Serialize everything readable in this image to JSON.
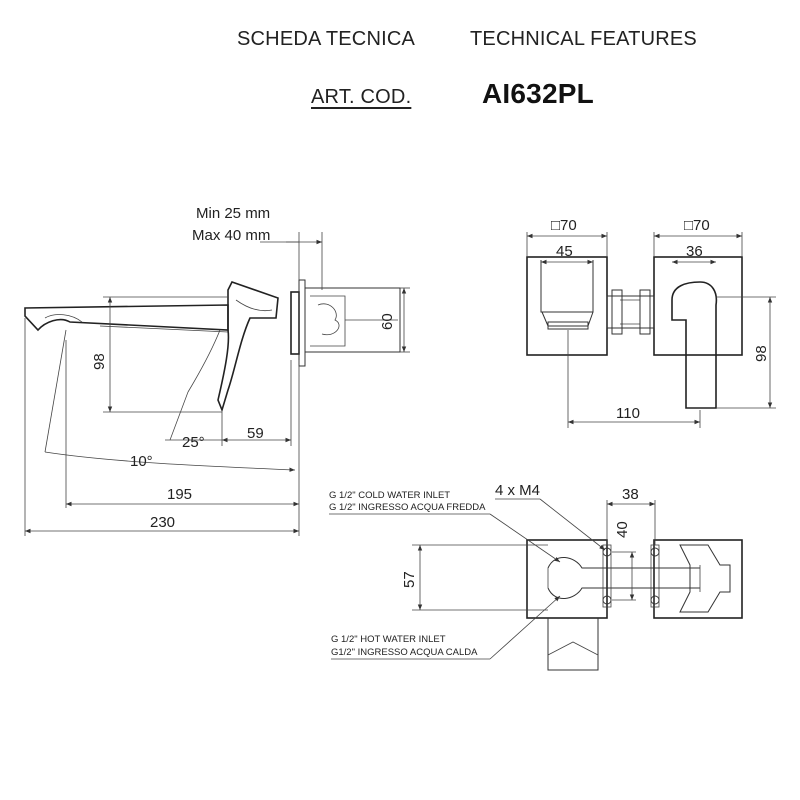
{
  "header": {
    "title_it": "SCHEDA TECNICA",
    "title_en": "TECHNICAL FEATURES",
    "art_label": "ART. COD.",
    "art_code": "AI632PL"
  },
  "side_view": {
    "wall_min": "Min 25 mm",
    "wall_max": "Max 40 mm",
    "height_60": "60",
    "height_98": "98",
    "angle_25": "25°",
    "dim_59": "59",
    "angle_10": "10°",
    "dim_195": "195",
    "dim_230": "230"
  },
  "front_view": {
    "plate_left": "□70",
    "plate_right": "□70",
    "dim_45": "45",
    "dim_36": "36",
    "dim_98": "98",
    "dim_110": "110"
  },
  "top_view": {
    "cold_inlet_en": "G 1/2\" COLD WATER INLET",
    "cold_inlet_it": "G 1/2\" INGRESSO ACQUA FREDDA",
    "screws": "4 x M4",
    "dim_38": "38",
    "dim_40": "40",
    "dim_57": "57",
    "hot_inlet_en": "G 1/2\" HOT WATER INLET",
    "hot_inlet_it": "G1/2\" INGRESSO ACQUA CALDA"
  }
}
